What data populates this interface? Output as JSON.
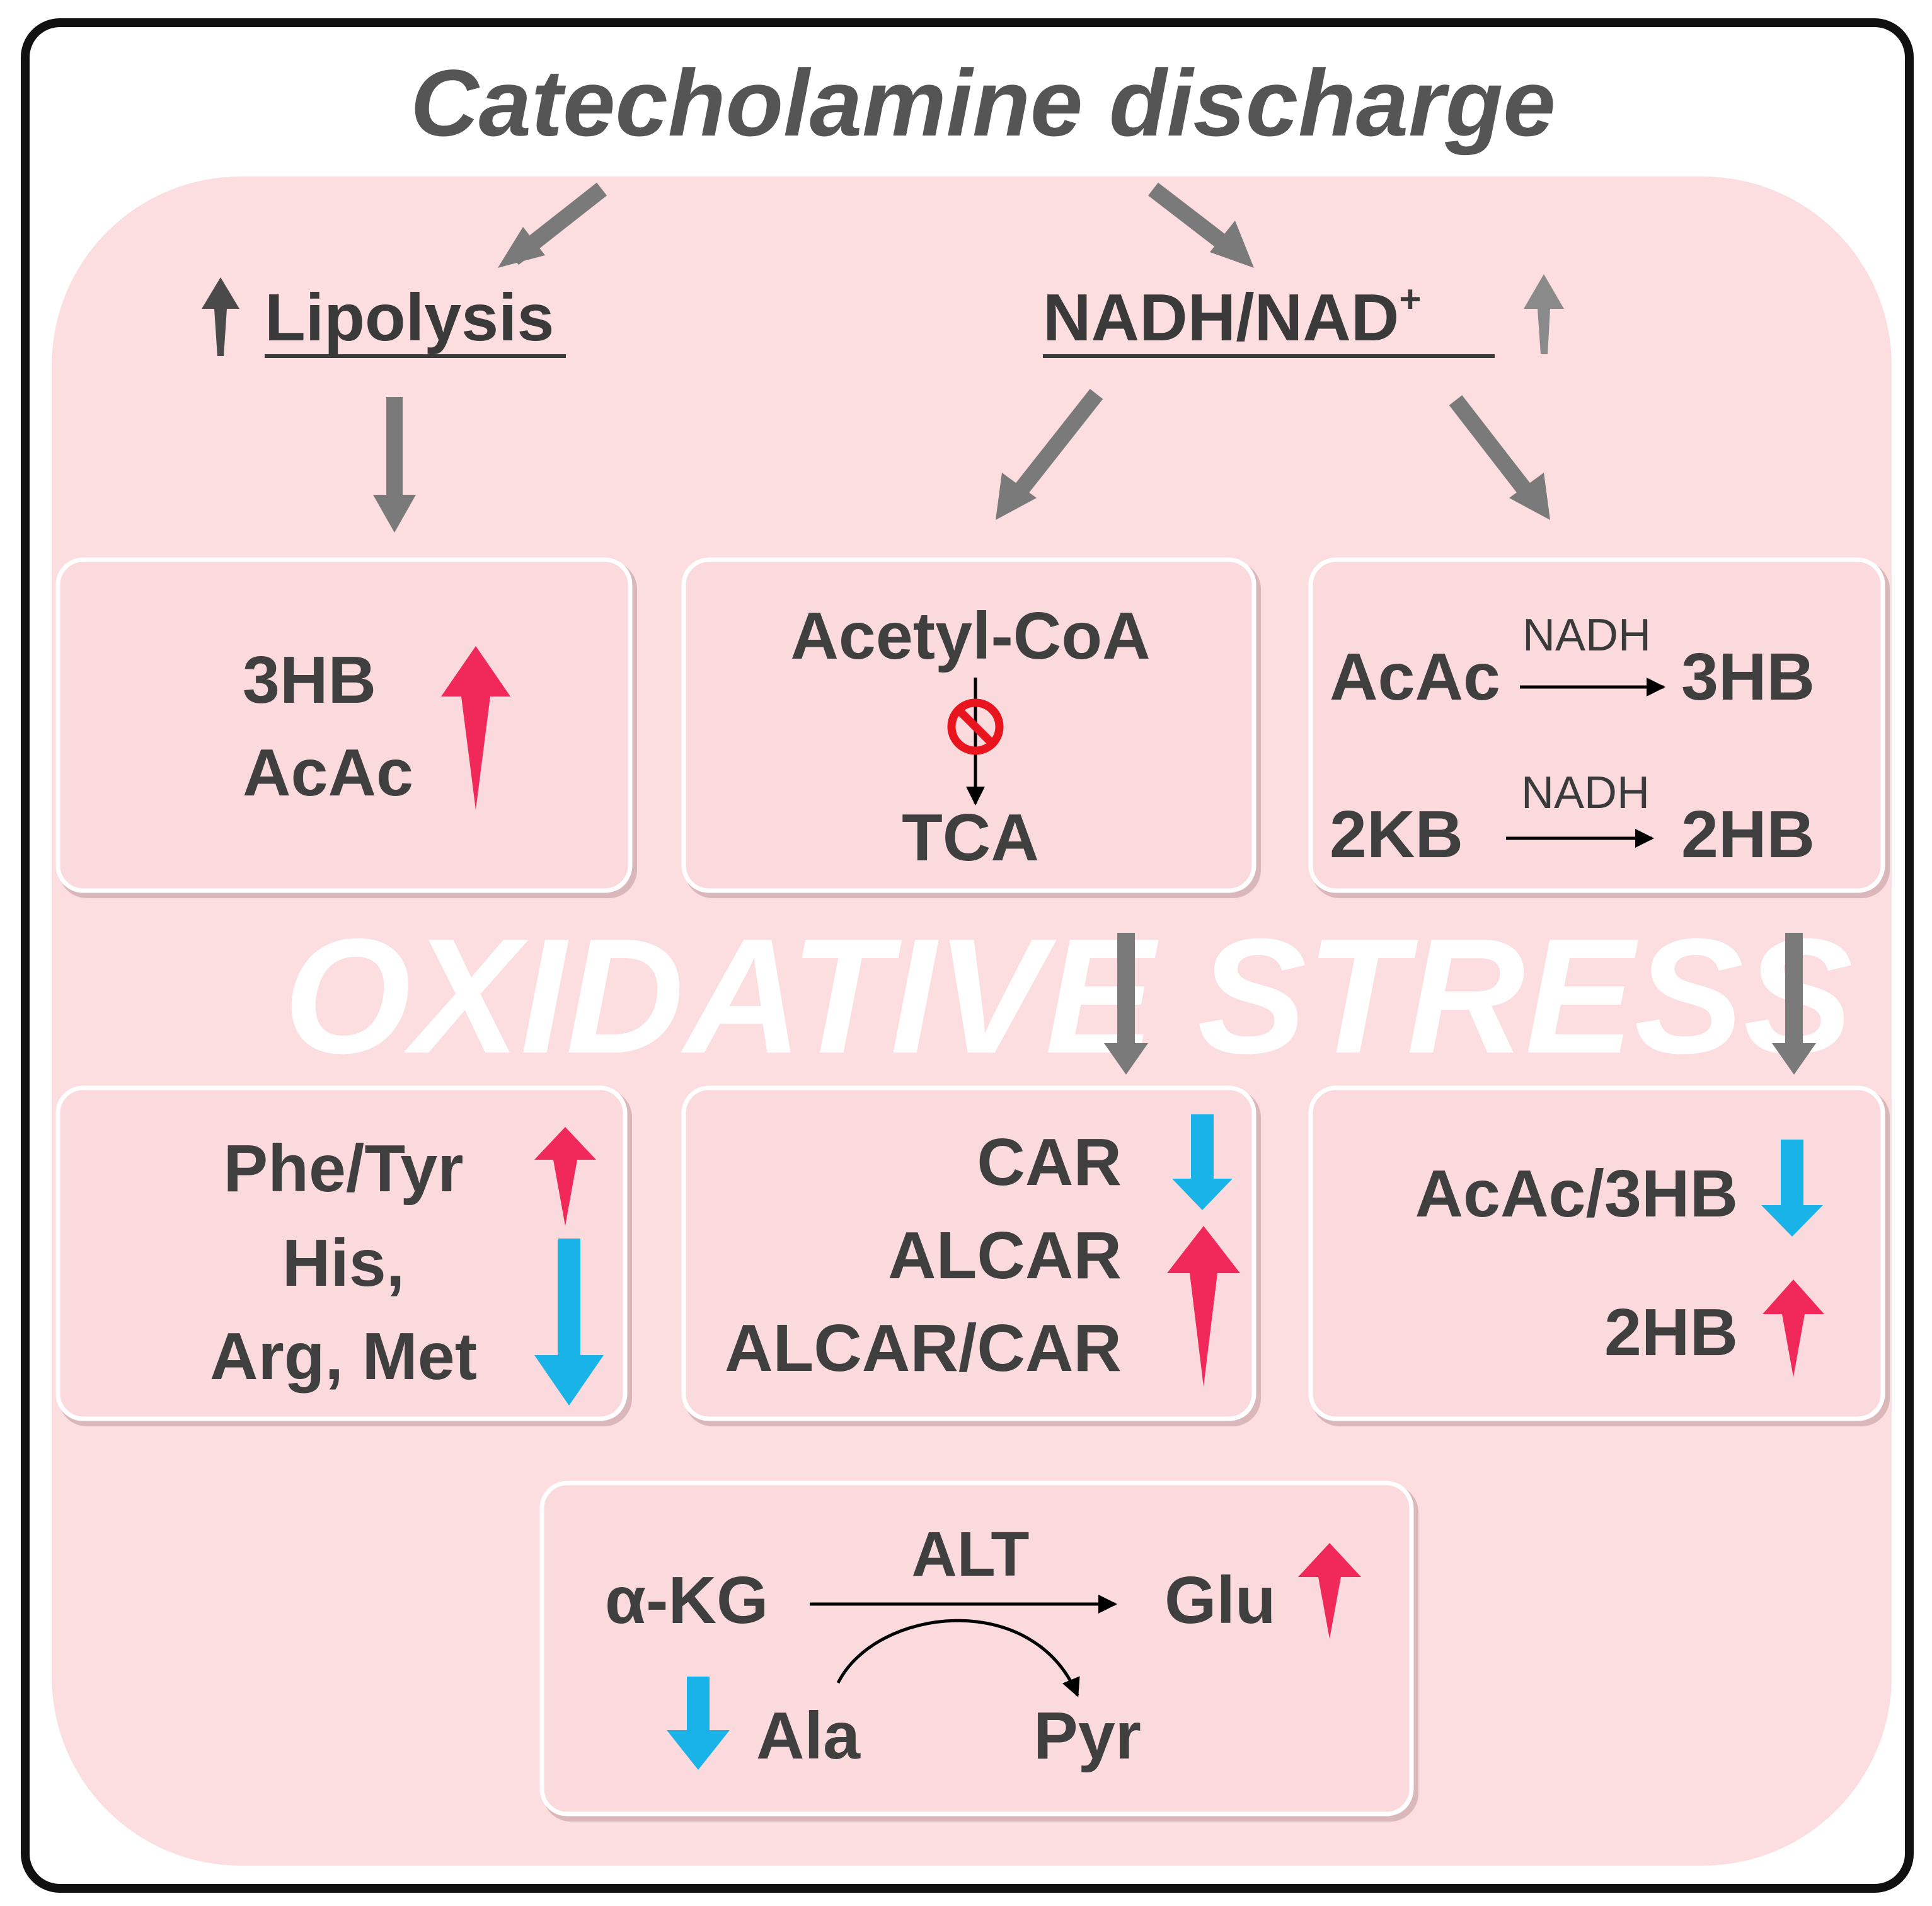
{
  "title": "Catecholamine discharge",
  "background_word_left": "OXIDATIVE",
  "background_word_right": "STRESS",
  "lipolysis": {
    "label": "Lipolysis"
  },
  "nadh": {
    "label": "NADH/NAD",
    "superscript": "+"
  },
  "box_ketones": {
    "line1": "3HB",
    "line2": "AcAc"
  },
  "box_tca": {
    "top": "Acetyl-CoA",
    "bottom": "TCA"
  },
  "box_nadh_reactions": {
    "r1_from": "AcAc",
    "r1_cofactor": "NADH",
    "r1_to": "3HB",
    "r2_from": "2KB",
    "r2_cofactor": "NADH",
    "r2_to": "2HB"
  },
  "box_amino": {
    "line1": "Phe/Tyr",
    "line2": "His,",
    "line3": "Arg, Met"
  },
  "box_carnitine": {
    "line1": "CAR",
    "line2": "ALCAR",
    "line3": "ALCAR/CAR"
  },
  "box_ratio": {
    "line1": "AcAc/3HB",
    "line2": "2HB"
  },
  "box_alt": {
    "from": "α-KG",
    "enzyme": "ALT",
    "to": "Glu",
    "cosubstrate": "Ala",
    "coproduct": "Pyr"
  },
  "colors": {
    "increase": "#f0295a",
    "decrease": "#1ab3e8",
    "flow_arrow": "#7a7a7a",
    "panel": "#fcdde0",
    "inhibit": "#e8141e",
    "text": "#3f3f3f"
  }
}
